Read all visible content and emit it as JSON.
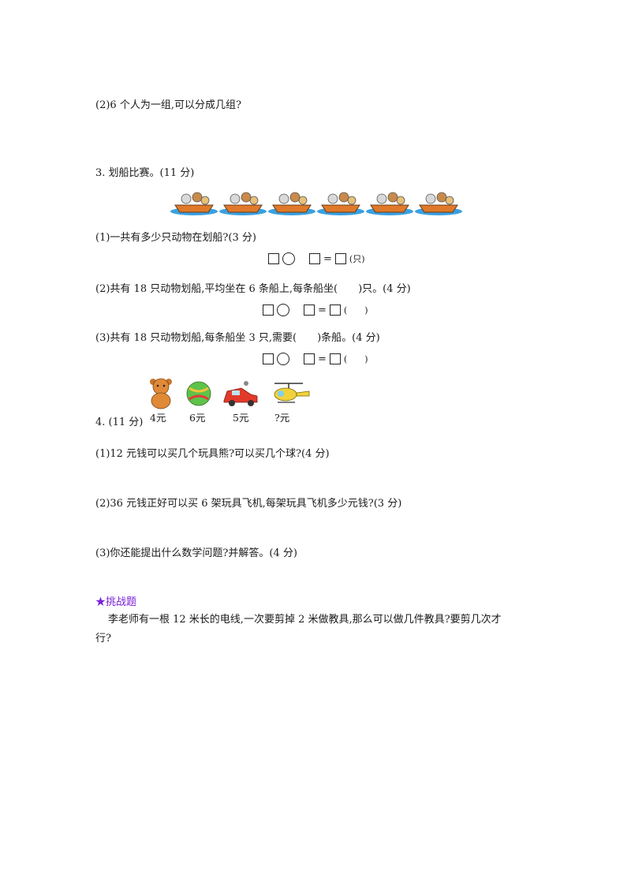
{
  "q2_part2": "(2)6 个人为一组,可以分成几组?",
  "q3": {
    "title": "3. 划船比赛。(11 分)",
    "p1": "(1)一共有多少只动物在划船?(3 分)",
    "eq1_unit": "(只)",
    "p2": "(2)共有 18 只动物划船,平均坐在 6 条船上,每条船坐(　　)只。(4 分)",
    "eq_paren": "(　　)",
    "p3": "(3)共有 18 只动物划船,每条船坐 3 只,需要(　　)条船。(4 分)",
    "equals": "="
  },
  "q4": {
    "title": "4. (11 分)",
    "prices": [
      "4元",
      "6元",
      "5元",
      "?元"
    ],
    "p1": "(1)12 元钱可以买几个玩具熊?可以买几个球?(4 分)",
    "p2": "(2)36 元钱正好可以买 6 架玩具飞机,每架玩具飞机多少元钱?(3 分)",
    "p3": "(3)你还能提出什么数学问题?并解答。(4 分)"
  },
  "challenge": {
    "title": "★挑战题",
    "line1": "李老师有一根 12 米长的电线,一次要剪掉 2 米做教具,那么可以做几件教具?要剪几次才",
    "line2": "行?"
  },
  "colors": {
    "challenge_title": "#7a1fd6",
    "water": "#3aa0e0",
    "boat": "#e07a2a"
  },
  "icons": [
    "boat-icon",
    "teddy-bear-icon",
    "ball-icon",
    "toy-car-icon",
    "toy-helicopter-icon"
  ]
}
